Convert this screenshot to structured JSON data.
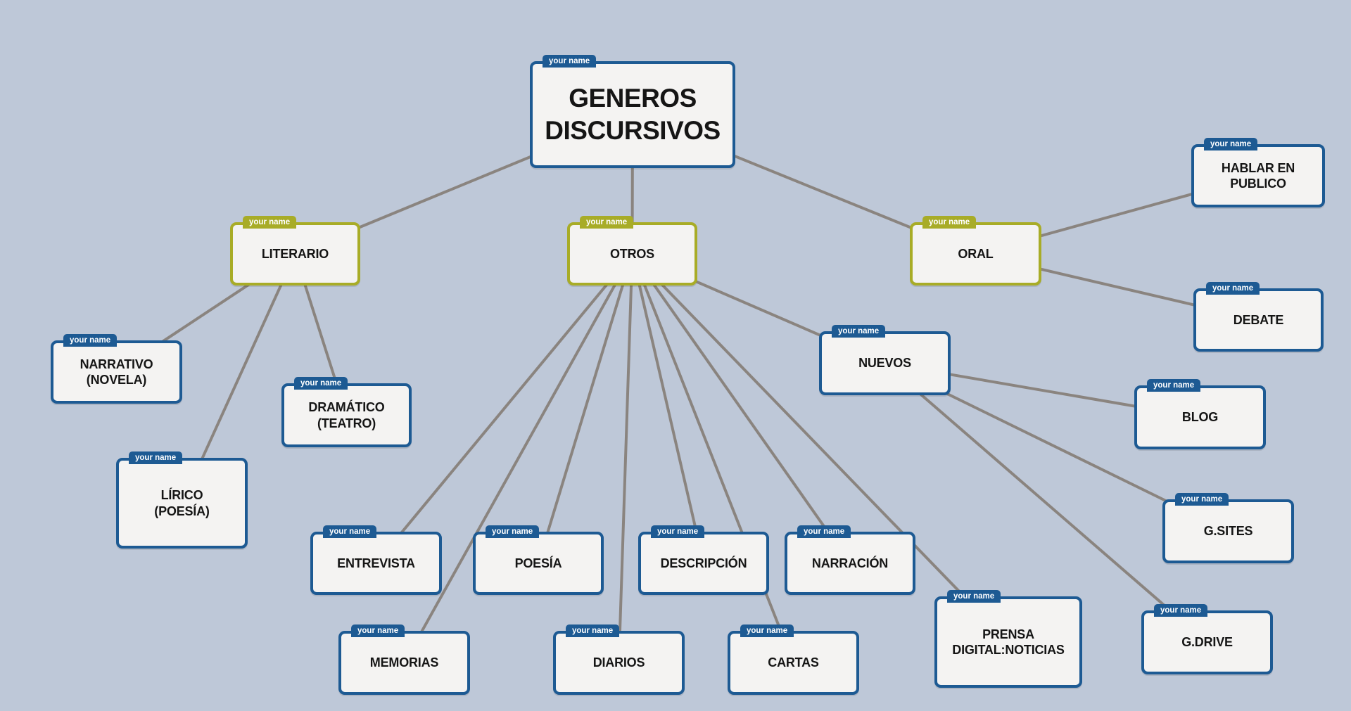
{
  "colors": {
    "background": "#bec8d8",
    "node_border": "#1d5a93",
    "category_border": "#a8ac27",
    "edge": "#8a847f"
  },
  "nodes": {
    "root": {
      "tag": "your name",
      "label": "GENEROS\nDISCURSIVOS"
    },
    "literario": {
      "tag": "your name",
      "label": "LITERARIO"
    },
    "otros": {
      "tag": "your name",
      "label": "OTROS"
    },
    "oral": {
      "tag": "your name",
      "label": "ORAL"
    },
    "hablar": {
      "tag": "your name",
      "label": "HABLAR EN\nPUBLICO"
    },
    "debate": {
      "tag": "your name",
      "label": "DEBATE"
    },
    "narrativo": {
      "tag": "your name",
      "label": "NARRATIVO\n(NOVELA)"
    },
    "dramatico": {
      "tag": "your name",
      "label": "DRAMÁTICO\n(TEATRO)"
    },
    "lirico": {
      "tag": "your name",
      "label": "LÍRICO\n(POESÍA)"
    },
    "nuevos": {
      "tag": "your name",
      "label": "NUEVOS"
    },
    "blog": {
      "tag": "your name",
      "label": "BLOG"
    },
    "gsites": {
      "tag": "your name",
      "label": "G.SITES"
    },
    "gdrive": {
      "tag": "your name",
      "label": "G.DRIVE"
    },
    "entrevista": {
      "tag": "your name",
      "label": "ENTREVISTA"
    },
    "poesia": {
      "tag": "your name",
      "label": "POESÍA"
    },
    "descripcion": {
      "tag": "your name",
      "label": "DESCRIPCIÓN"
    },
    "narracion": {
      "tag": "your name",
      "label": "NARRACIÓN"
    },
    "prensa": {
      "tag": "your name",
      "label": "PRENSA\nDIGITAL:NOTICIAS"
    },
    "memorias": {
      "tag": "your name",
      "label": "MEMORIAS"
    },
    "diarios": {
      "tag": "your name",
      "label": "DIARIOS"
    },
    "cartas": {
      "tag": "your name",
      "label": "CARTAS"
    }
  },
  "edges": [
    [
      "root",
      "literario"
    ],
    [
      "root",
      "otros"
    ],
    [
      "root",
      "oral"
    ],
    [
      "oral",
      "hablar"
    ],
    [
      "oral",
      "debate"
    ],
    [
      "literario",
      "narrativo"
    ],
    [
      "literario",
      "lirico"
    ],
    [
      "literario",
      "dramatico"
    ],
    [
      "otros",
      "entrevista"
    ],
    [
      "otros",
      "memorias"
    ],
    [
      "otros",
      "poesia"
    ],
    [
      "otros",
      "diarios"
    ],
    [
      "otros",
      "descripcion"
    ],
    [
      "otros",
      "cartas"
    ],
    [
      "otros",
      "narracion"
    ],
    [
      "otros",
      "prensa"
    ],
    [
      "otros",
      "nuevos"
    ],
    [
      "nuevos",
      "blog"
    ],
    [
      "nuevos",
      "gsites"
    ],
    [
      "nuevos",
      "gdrive"
    ]
  ]
}
